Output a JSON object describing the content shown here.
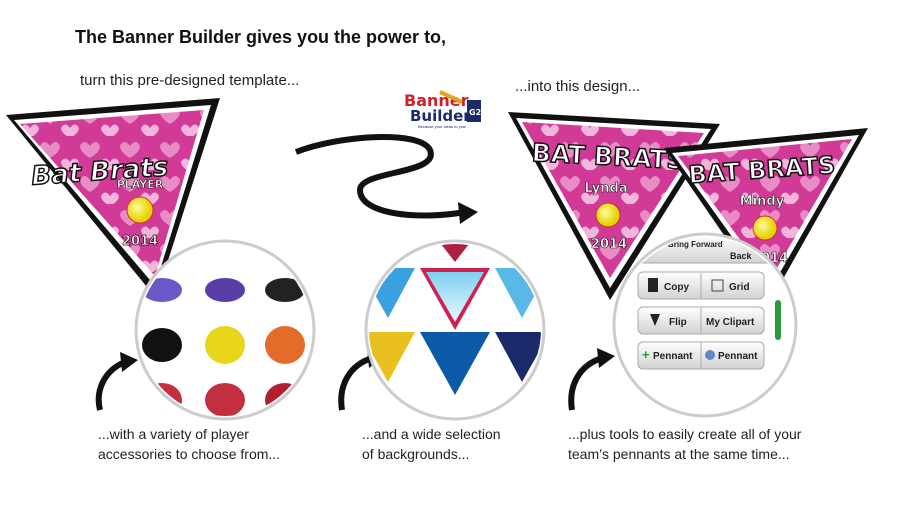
{
  "headline": "The Banner Builder gives you the power to,",
  "subtitle_left": "turn this pre-designed template...",
  "subtitle_right": "...into this design...",
  "logo": {
    "line1": "Banner",
    "line2": "Builder",
    "badge": "G2",
    "tagline": "Because your ideas to you!"
  },
  "template_pennant": {
    "title": "Bat Brats",
    "name": "PLAYER",
    "year": "2014"
  },
  "designed_pennants": [
    {
      "title": "BAT BRATS",
      "name": "Lynda",
      "year": "2014"
    },
    {
      "title": "BAT BRATS",
      "name": "Mindy",
      "year": "2014"
    }
  ],
  "tools": {
    "bring_forward": "Bring Forward",
    "back": "Back",
    "copy": "Copy",
    "grid": "Grid",
    "flip": "Flip",
    "my_clipart": "My Clipart",
    "add_pennant": "Pennant",
    "remove_pennant": "Pennant"
  },
  "captions": {
    "accessories": [
      "...with a variety of player",
      "accessories to choose from..."
    ],
    "backgrounds": [
      "...and a wide selection",
      "of backgrounds..."
    ],
    "tools": [
      "...plus tools to easily create all of your",
      "team’s pennants at the same time..."
    ]
  },
  "colors": {
    "pennant_pink": "#d9339a",
    "pennant_border": "#111111",
    "accent_red": "#d0202a",
    "accent_blue": "#1a2a6a"
  }
}
